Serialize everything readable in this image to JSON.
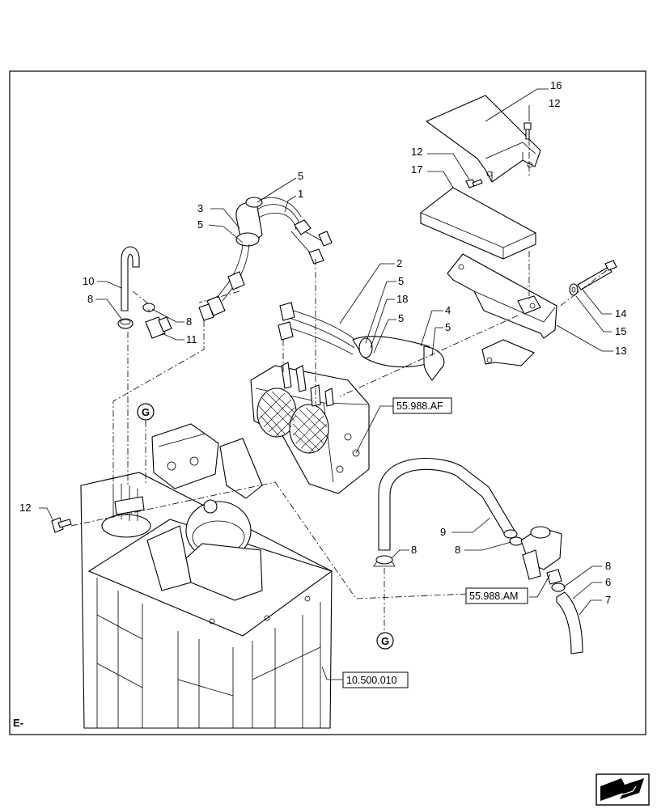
{
  "diagram": {
    "frame_label": "E-",
    "callouts": {
      "c1": "1",
      "c2": "2",
      "c3": "3",
      "c4": "4",
      "c5a": "5",
      "c5b": "5",
      "c5c": "5",
      "c5d": "5",
      "c6": "6",
      "c7": "7",
      "c8a": "8",
      "c8b": "8",
      "c8c": "8",
      "c8d": "8",
      "c8e": "8",
      "c9": "9",
      "c10": "10",
      "c11": "11",
      "c12a": "12",
      "c12b": "12",
      "c12c": "12",
      "c13": "13",
      "c14": "14",
      "c15": "15",
      "c16": "16",
      "c17": "17",
      "c18": "18"
    },
    "references": {
      "r1": "55.988.AF",
      "r2": "55.988.AM",
      "r3": "10.500.010"
    },
    "connectors": {
      "g_top": "G",
      "g_bottom": "G"
    },
    "nav_icon": "next-page-arrow-icon"
  }
}
